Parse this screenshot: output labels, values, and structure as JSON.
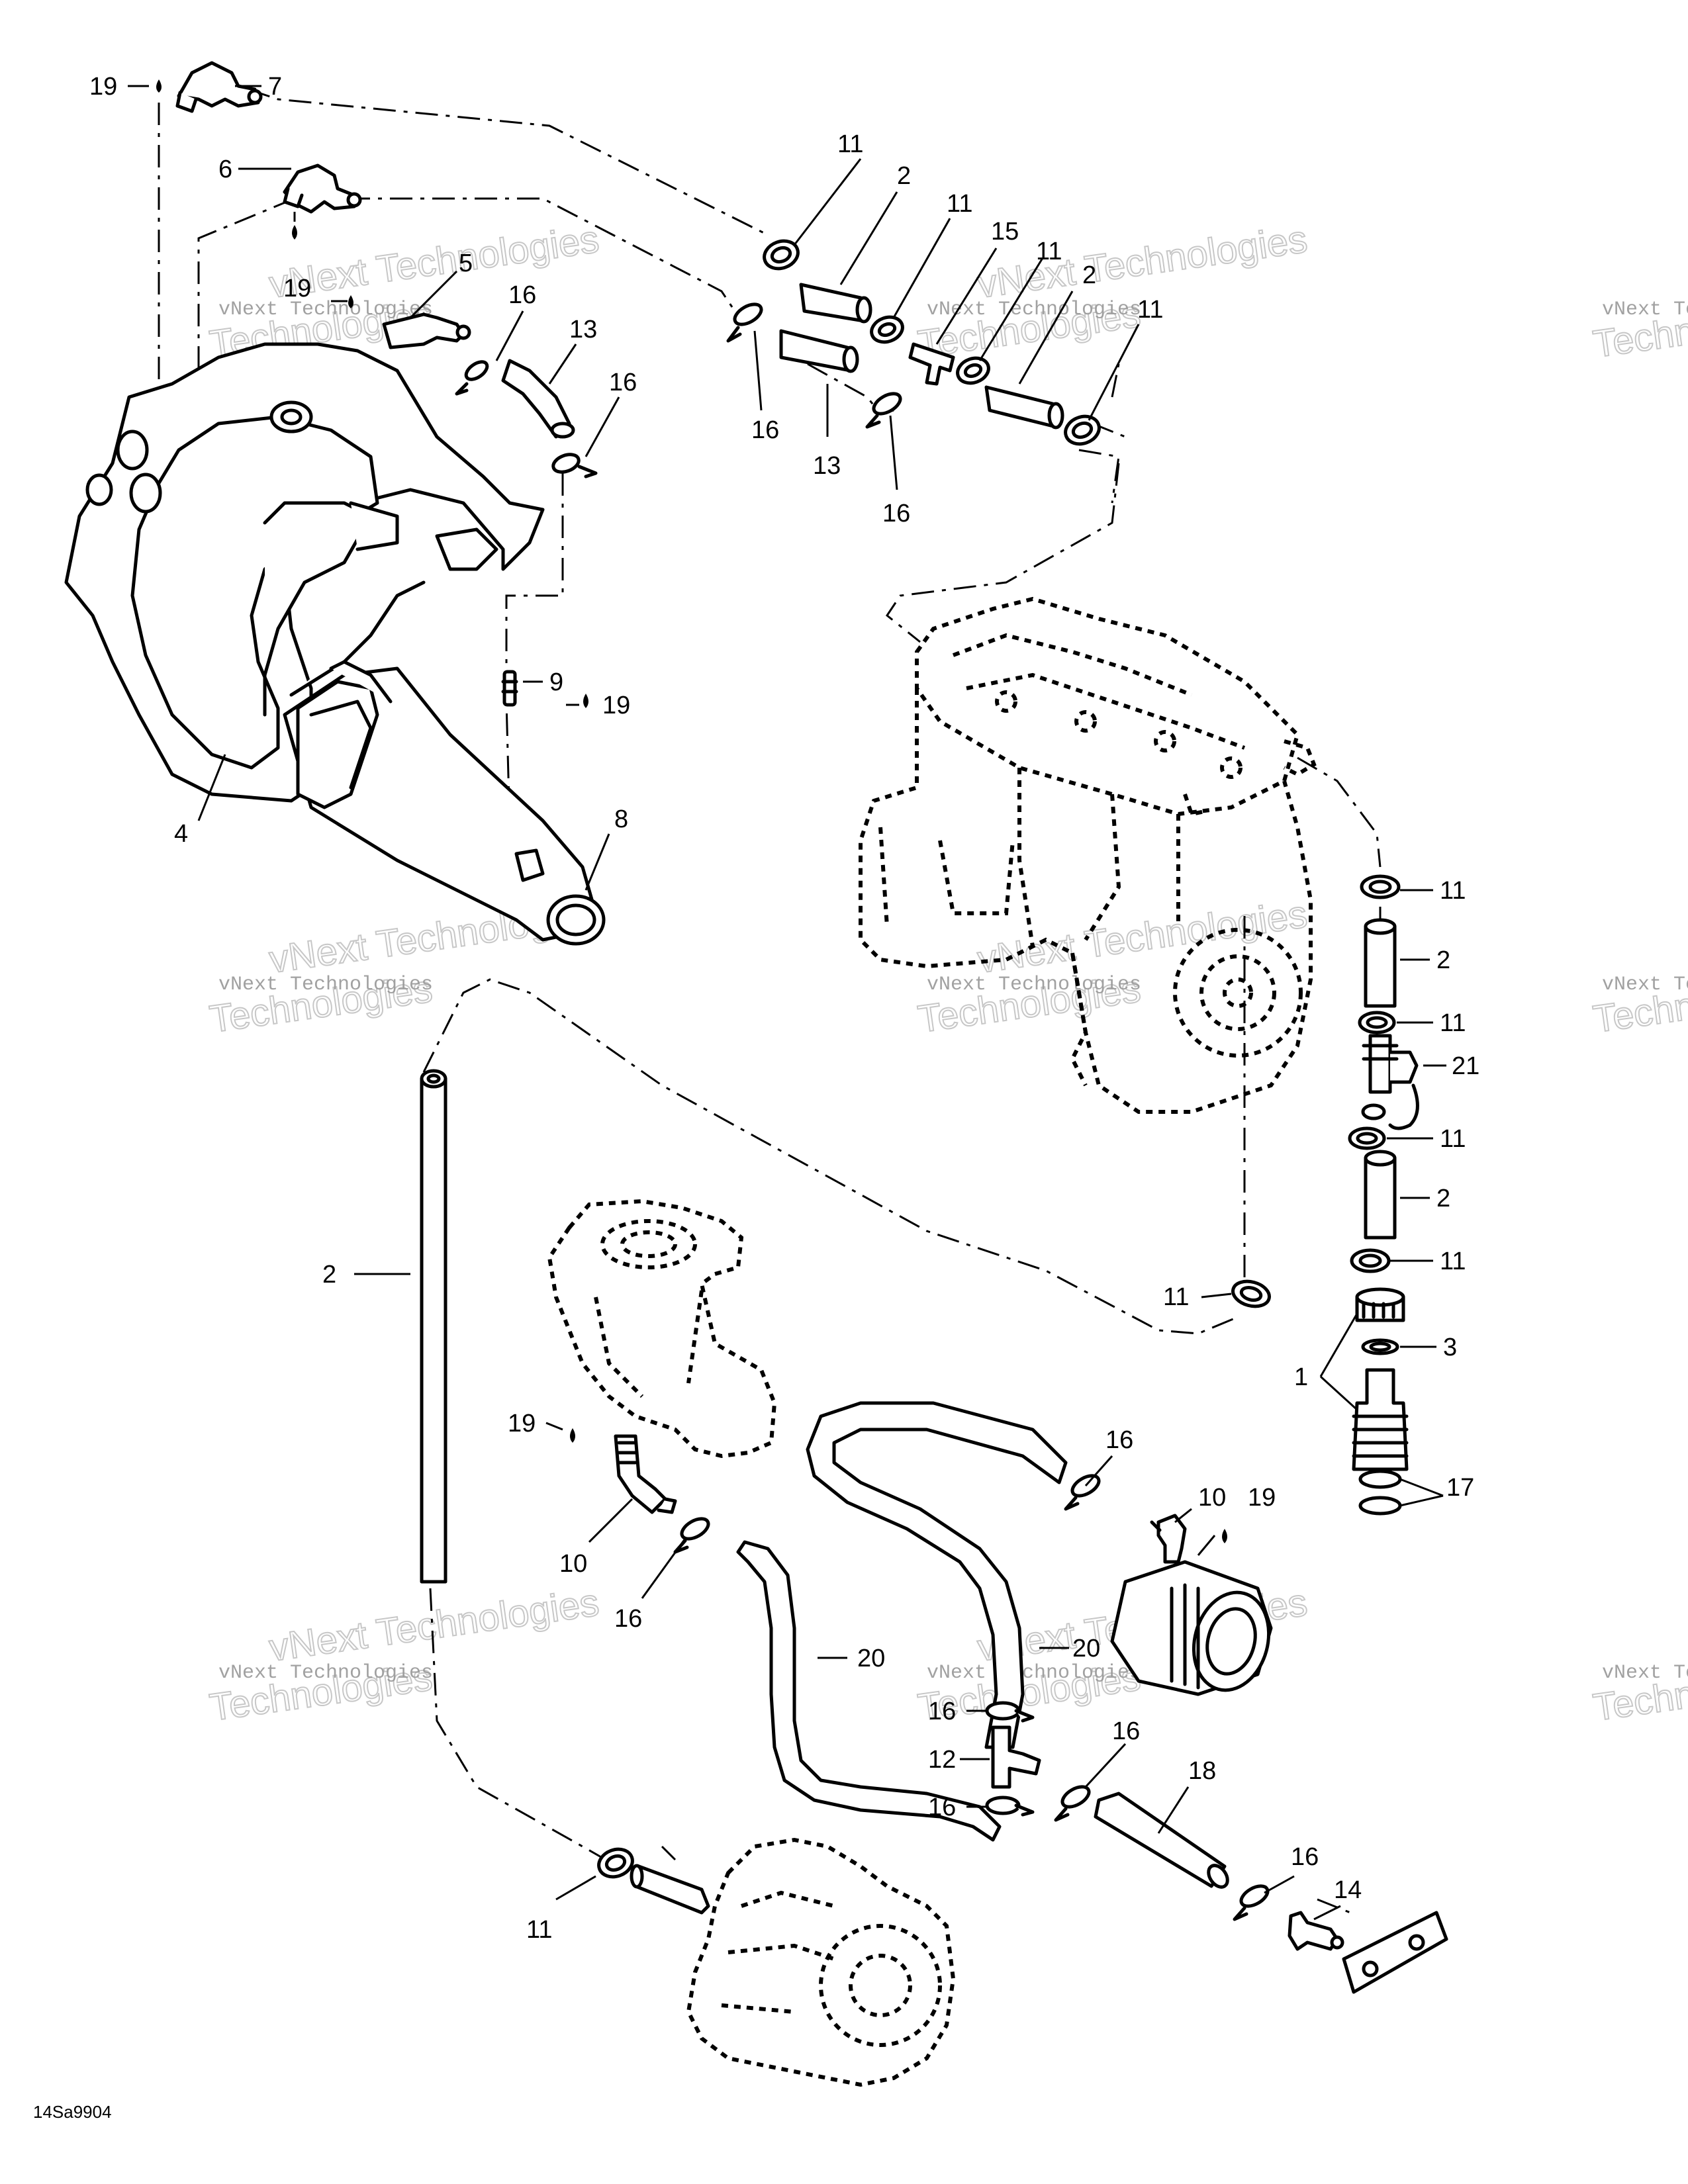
{
  "diagram_code": "14Sa9904",
  "watermark": {
    "line1": "vNext Technologies",
    "line2": "Technologies",
    "small_text": "vNext Technologies"
  },
  "callouts": [
    {
      "id": "c19a",
      "label": "19"
    },
    {
      "id": "c7",
      "label": "7"
    },
    {
      "id": "c6",
      "label": "6"
    },
    {
      "id": "c19b",
      "label": "19"
    },
    {
      "id": "c5",
      "label": "5"
    },
    {
      "id": "c16a",
      "label": "16"
    },
    {
      "id": "c13a",
      "label": "13"
    },
    {
      "id": "c16b",
      "label": "16"
    },
    {
      "id": "c9",
      "label": "9"
    },
    {
      "id": "c19c",
      "label": "19"
    },
    {
      "id": "c4",
      "label": "4"
    },
    {
      "id": "c8",
      "label": "8"
    },
    {
      "id": "c11a",
      "label": "11"
    },
    {
      "id": "c2a",
      "label": "2"
    },
    {
      "id": "c11b",
      "label": "11"
    },
    {
      "id": "c15",
      "label": "15"
    },
    {
      "id": "c11c",
      "label": "11"
    },
    {
      "id": "c2b",
      "label": "2"
    },
    {
      "id": "c11d",
      "label": "11"
    },
    {
      "id": "c16c",
      "label": "16"
    },
    {
      "id": "c13b",
      "label": "13"
    },
    {
      "id": "c16d",
      "label": "16"
    },
    {
      "id": "c11e",
      "label": "11"
    },
    {
      "id": "c2c",
      "label": "2"
    },
    {
      "id": "c11f",
      "label": "11"
    },
    {
      "id": "c21",
      "label": "21"
    },
    {
      "id": "c11g",
      "label": "11"
    },
    {
      "id": "c2d",
      "label": "2"
    },
    {
      "id": "c11h",
      "label": "11"
    },
    {
      "id": "c3",
      "label": "3"
    },
    {
      "id": "c1",
      "label": "1"
    },
    {
      "id": "c17",
      "label": "17"
    },
    {
      "id": "c11i",
      "label": "11"
    },
    {
      "id": "c2e",
      "label": "2"
    },
    {
      "id": "c19d",
      "label": "19"
    },
    {
      "id": "c10a",
      "label": "10"
    },
    {
      "id": "c16e",
      "label": "16"
    },
    {
      "id": "c16f",
      "label": "16"
    },
    {
      "id": "c10b",
      "label": "10"
    },
    {
      "id": "c19e",
      "label": "19"
    },
    {
      "id": "c20a",
      "label": "20"
    },
    {
      "id": "c20b",
      "label": "20"
    },
    {
      "id": "c16g",
      "label": "16"
    },
    {
      "id": "c12",
      "label": "12"
    },
    {
      "id": "c16h",
      "label": "16"
    },
    {
      "id": "c16i",
      "label": "16"
    },
    {
      "id": "c18",
      "label": "18"
    },
    {
      "id": "c16j",
      "label": "16"
    },
    {
      "id": "c14",
      "label": "14"
    },
    {
      "id": "c11j",
      "label": "11"
    }
  ]
}
